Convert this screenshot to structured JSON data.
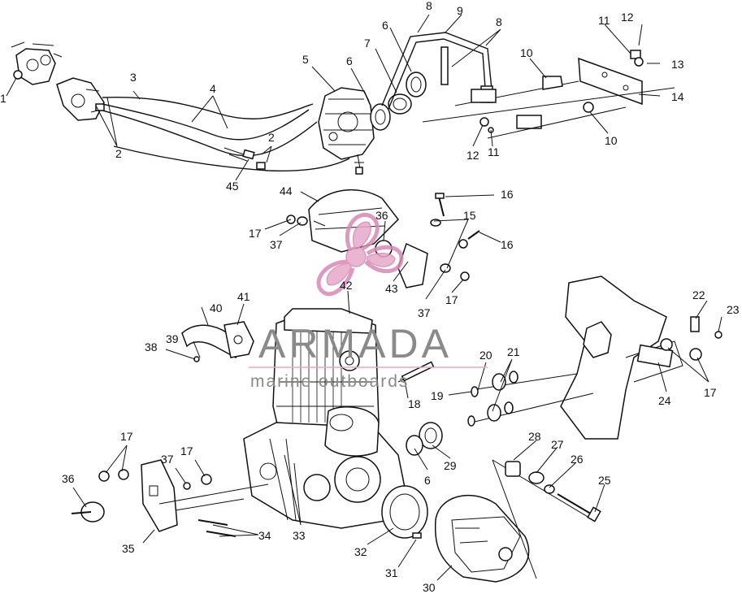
{
  "watermark": {
    "brand": "ARMADA",
    "tagline": "marine outboards",
    "accent_color": "#e6a9c9",
    "text_color": "#8a8a8a"
  },
  "callouts": {
    "c1": "1",
    "c2a": "2",
    "c2b": "2",
    "c3": "3",
    "c4": "4",
    "c5": "5",
    "c6a": "6",
    "c6b": "6",
    "c6c": "6",
    "c7": "7",
    "c8a": "8",
    "c8b": "8",
    "c9": "9",
    "c10a": "10",
    "c10b": "10",
    "c11a": "11",
    "c11b": "11",
    "c12a": "12",
    "c12b": "12",
    "c13": "13",
    "c14": "14",
    "c15": "15",
    "c16a": "16",
    "c16b": "16",
    "c17a": "17",
    "c17b": "17",
    "c17c": "17",
    "c17d": "17",
    "c17e": "17",
    "c18": "18",
    "c19": "19",
    "c20": "20",
    "c21": "21",
    "c22": "22",
    "c23": "23",
    "c24": "24",
    "c25": "25",
    "c26": "26",
    "c27": "27",
    "c28": "28",
    "c29": "29",
    "c30": "30",
    "c31": "31",
    "c32": "32",
    "c33": "33",
    "c34": "34",
    "c35": "35",
    "c36a": "36",
    "c36b": "36",
    "c37a": "37",
    "c37b": "37",
    "c37c": "37",
    "c38": "38",
    "c39": "39",
    "c40": "40",
    "c41": "41",
    "c42": "42",
    "c43": "43",
    "c44": "44",
    "c45": "45"
  }
}
